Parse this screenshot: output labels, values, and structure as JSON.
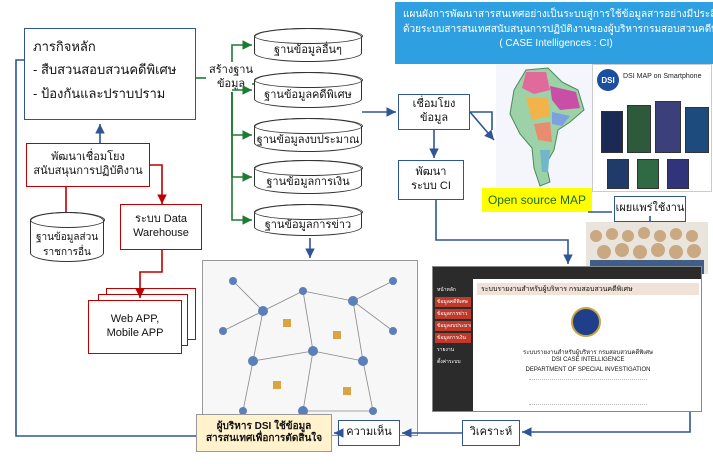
{
  "banner": {
    "line1": "แผนผังการพัฒนาสารสนเทศอย่างเป็นระบบสู่การใช้ข้อมูลสารอย่างมีประสิทธิภาพ",
    "line2": "ด้วยระบบสารสนเทศสนับสนุนการปฏิบัติงานของผู้บริหารกรมสอบสวนคดีพิเศษ",
    "line3": "( CASE Intelligences : CI)"
  },
  "mission": {
    "title": "ภารกิจหลัก",
    "item1": "-   สืบสวนสอบสวนคดีพิเศษ",
    "item2": "-   ป้องกันและปราบปราม"
  },
  "develop": "พัฒนาเชื่อมโยงสนับสนุนการปฏิบัติงาน",
  "other_gov_db": "ฐานข้อมูลส่วนราชการอื่น",
  "warehouse": "ระบบ Data Warehouse",
  "webapp": "Web APP, Mobile APP",
  "create_db": "สร้างฐานข้อมูล",
  "databases": [
    "ฐานข้อมูลอื่นๆ",
    "ฐานข้อมูลคดีพิเศษ",
    "ฐานข้อมูลงบประมาณ",
    "ฐานข้อมูลการเงิน",
    "ฐานข้อมูลการข่าว"
  ],
  "link_data": "เชื่อมโยงข้อมูล",
  "develop_ci": "พัฒนาระบบ CI",
  "open_source_map": "Open source MAP",
  "publish": "เผยแพร่ใช้งาน",
  "analyze": "วิเคราะห์",
  "opinion": "ความเห็น",
  "executive": "ผู้บริหาร DSI ใช้ข้อมูลสารสนเทศเพื่อการตัดสินใจ",
  "phone_app": {
    "title": "DSI MAP on Smartphone",
    "logo": "DSI"
  },
  "screen": {
    "header": "ระบบรายงานสำหรับผู้บริหาร กรมสอบสวนคดีพิเศษ",
    "menu": [
      "หน้าหลัก",
      "ข้อมูลคดีพิเศษ",
      "ข้อมูลการข่าว",
      "ข้อมูลงบประมาณ",
      "ข้อมูลการเงิน",
      "รายงาน",
      "ตั้งค่าระบบ"
    ],
    "line1": "ระบบรายงานสำหรับผู้บริหาร กรมสอบสวนคดีพิเศษ",
    "line2": "DSI CASE INTELLIGENCE",
    "line3": "DEPARTMENT OF SPECIAL INVESTIGATION"
  },
  "colors": {
    "blue": "#2f5597",
    "red": "#c00000",
    "green": "#1e7b34",
    "banner_bg": "#2e9fe0",
    "yellow": "#ffff00",
    "light_yellow": "#fff2cc"
  }
}
